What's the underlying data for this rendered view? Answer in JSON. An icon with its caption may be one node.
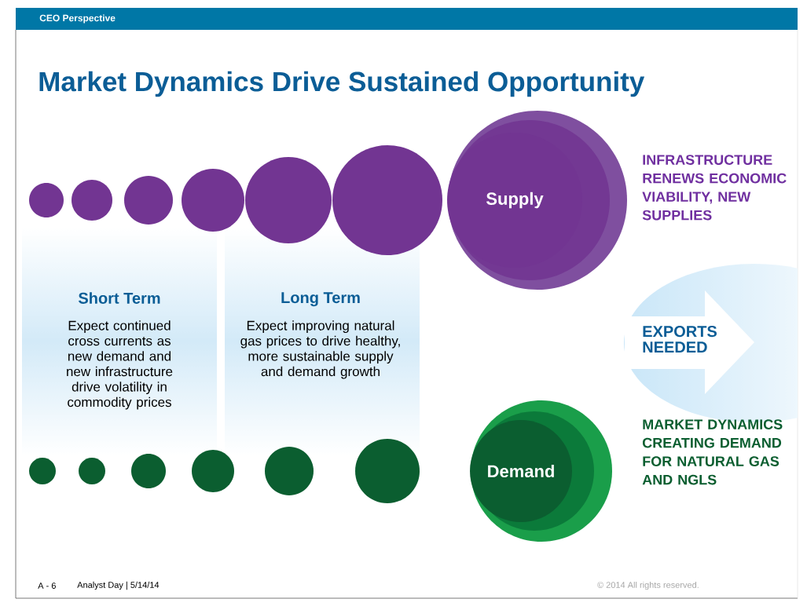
{
  "diagram": {
    "title": "Market Dynamics Drive Sustained Opportunity",
    "nodes": [
      {
        "text": [],
        "shape": "circle"
      },
      {
        "text": [],
        "shape": "circle"
      },
      {
        "text": [],
        "shape": "circle"
      },
      {
        "text": [],
        "shape": "circle"
      },
      {
        "text": [],
        "shape": "circle"
      },
      {
        "text": [],
        "shape": "circle"
      },
      {
        "text": [
          "Supply"
        ],
        "beside": [
          "INFRASTRUCTURE RENEWS ECONOMIC VIABILITY, NEW SUPPLIES"
        ]
      },
      {
        "text": [
          "Short Term",
          "Expect continued cross currents as new demand and new infrastructure drive volatility in commodity prices"
        ]
      },
      {
        "text": [
          "Long Term",
          "Expect improving natural gas prices to drive healthy, more sustainable supply and demand growth"
        ]
      },
      {
        "text": [
          "EXPORTS NEEDED"
        ]
      },
      {
        "text": [],
        "shape": "circle"
      },
      {
        "text": [],
        "shape": "circle"
      },
      {
        "text": [],
        "shape": "circle"
      },
      {
        "text": [],
        "shape": "circle"
      },
      {
        "text": [],
        "shape": "circle"
      },
      {
        "text": [],
        "shape": "circle"
      },
      {
        "text": [
          "Demand"
        ],
        "beside": [
          "MARKET DYNAMICS CREATING DEMAND FOR NATURAL GAS AND NGLS"
        ]
      }
    ],
    "labels": [
      "CEO Perspective",
      "A - 6",
      "Analyst Day  |  5/14/14",
      "© 2014 All rights reserved."
    ]
  }
}
